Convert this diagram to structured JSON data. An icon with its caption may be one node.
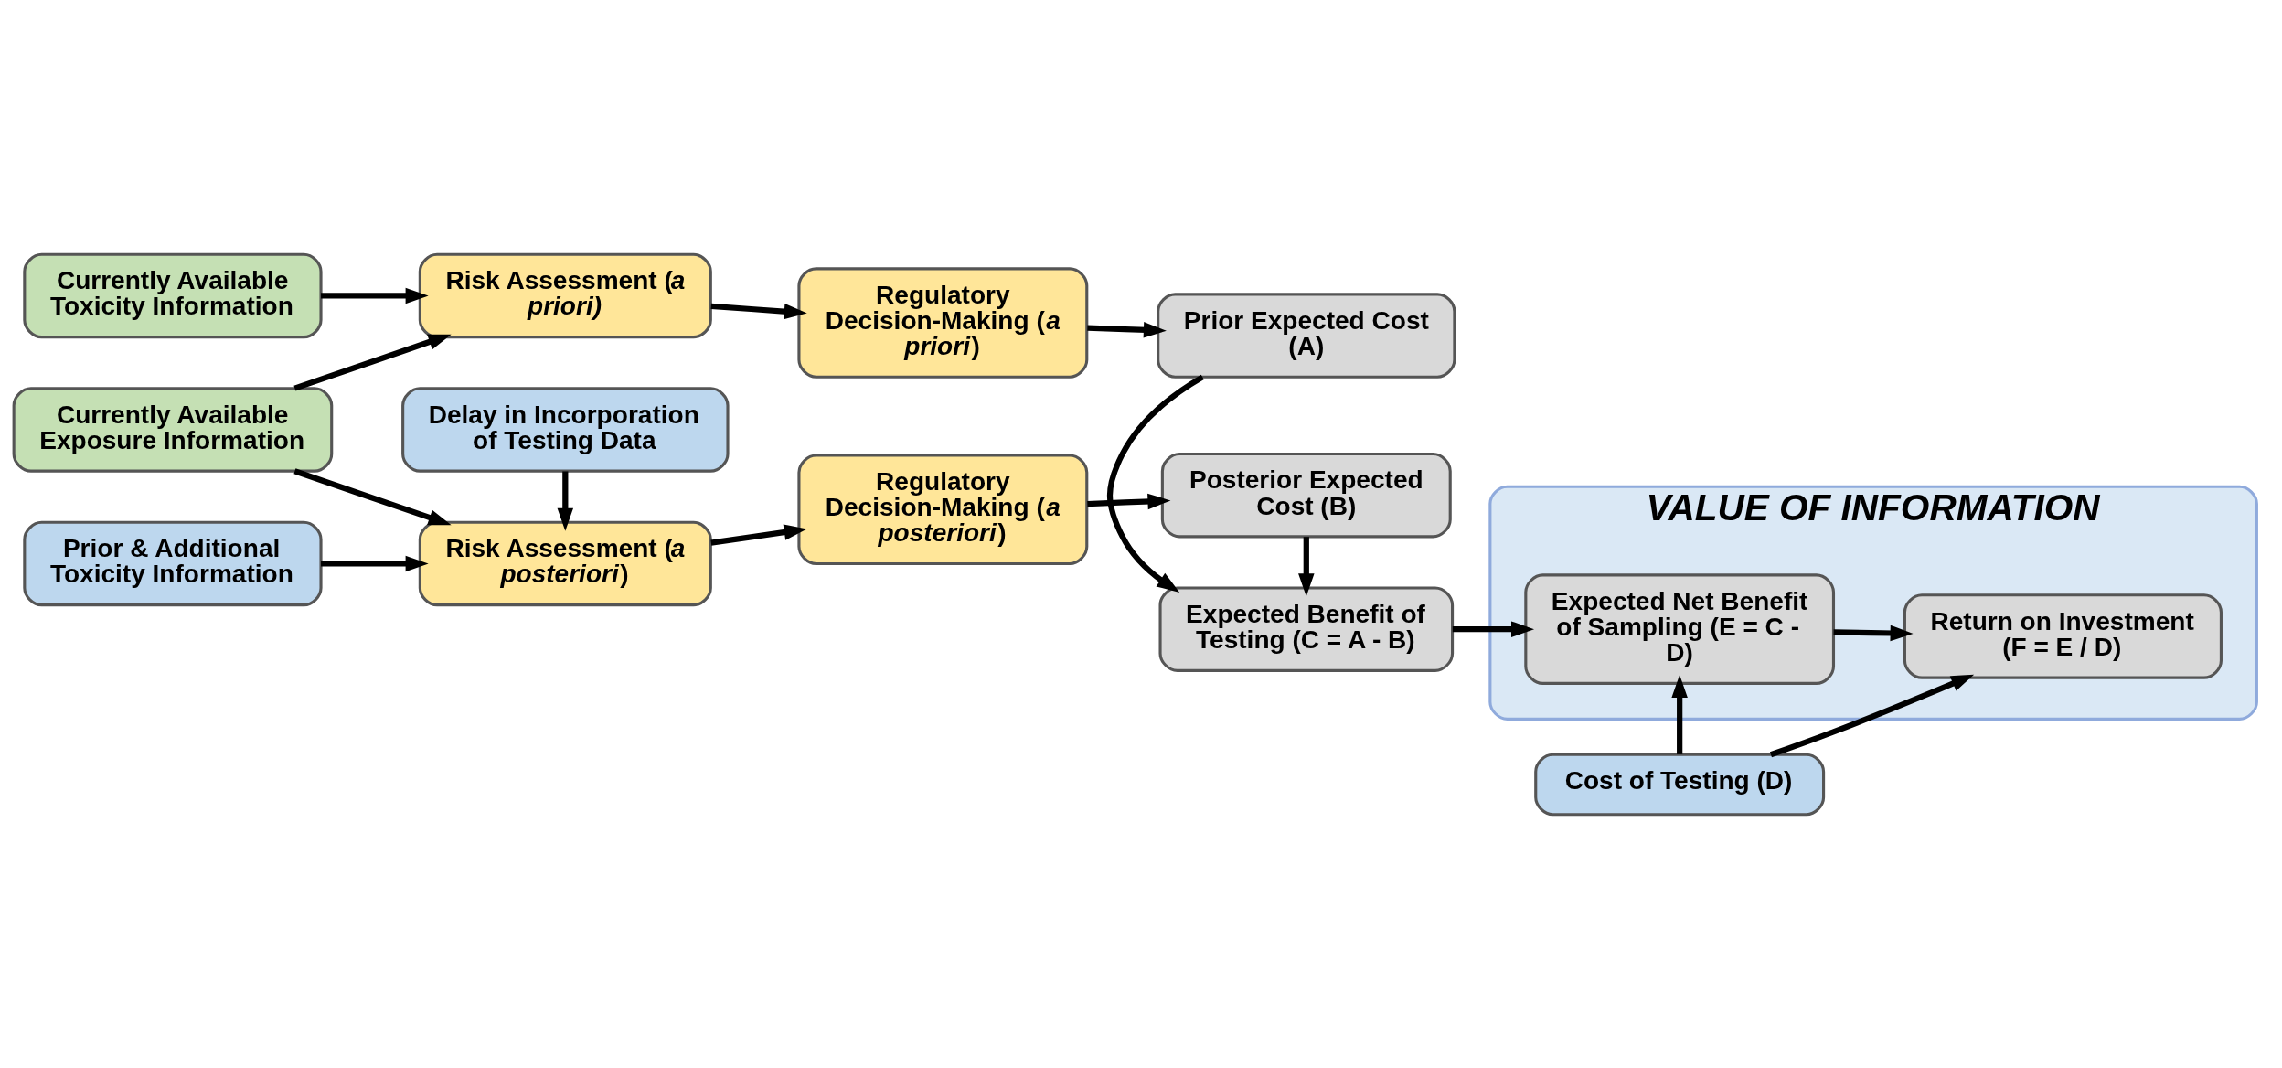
{
  "diagram": {
    "nodes": [
      {
        "text": [
          "Currently Available Toxicity Information"
        ]
      },
      {
        "text": [
          "Risk Assessment (*a priori)*"
        ]
      },
      {
        "text": [
          "Regulatory Decision-Making (*a priori*)"
        ]
      },
      {
        "text": [
          "Prior Expected Cost (A)"
        ]
      },
      {
        "text": [
          "VALUE OF INFORMATION"
        ]
      },
      {
        "text": [
          "Expected Benefit of Testing (C = A - B)"
        ]
      },
      {
        "text": [
          "Currently Available Exposure Information"
        ]
      },
      {
        "text": [
          "Expected Net Benefit of Sampling (E = C - D)"
        ],
        "in": 4
      },
      {
        "text": [
          "Return on Investment (F = E / D)"
        ],
        "in": 4
      },
      {
        "text": [
          "Risk Assessment (*a posteriori*)"
        ]
      },
      {
        "text": [
          "Regulatory Decision-Making (*a posteriori*)"
        ]
      },
      {
        "text": [
          "Posterior Expected Cost (B)"
        ]
      },
      {
        "text": [
          "Prior & Additional Toxicity Information"
        ]
      },
      {
        "text": [
          "Delay in Incorporation of Testing Data"
        ]
      },
      {
        "text": [
          "Cost of Testing (D)"
        ]
      }
    ],
    "edges": [
      {
        "from": 0,
        "to": 1,
        "arrow": "to"
      },
      {
        "from": 6,
        "to": 1,
        "arrow": "to"
      },
      {
        "from": 6,
        "to": 9,
        "arrow": "to"
      },
      {
        "from": 1,
        "to": 2,
        "arrow": "to"
      },
      {
        "from": 2,
        "to": 3,
        "arrow": "to"
      },
      {
        "from": 3,
        "to": 5,
        "arrow": "to"
      },
      {
        "from": 11,
        "to": 5,
        "arrow": "to"
      },
      {
        "from": 5,
        "to": 7,
        "arrow": "to"
      },
      {
        "from": 7,
        "to": 8,
        "arrow": "to"
      },
      {
        "from": 9,
        "to": 10,
        "arrow": "to"
      },
      {
        "from": 10,
        "to": 11,
        "arrow": "to"
      },
      {
        "from": 12,
        "to": 9,
        "arrow": "to"
      },
      {
        "from": 13,
        "to": 9,
        "arrow": "to"
      },
      {
        "from": 14,
        "to": 7,
        "arrow": "to"
      },
      {
        "from": 14,
        "to": 8,
        "arrow": "to"
      }
    ]
  }
}
